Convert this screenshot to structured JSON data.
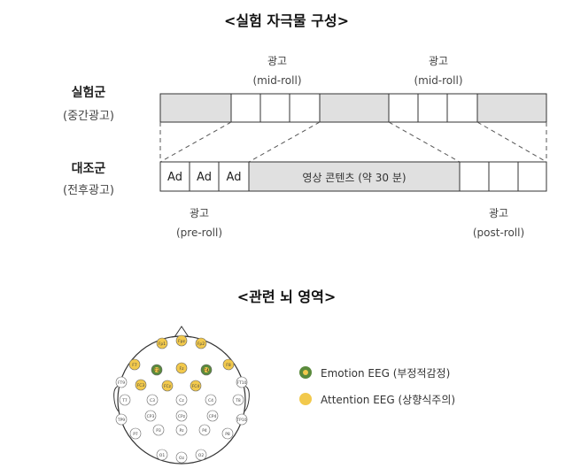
{
  "section1": {
    "title": "<실험 자극물 구성>",
    "experimental": {
      "name": "실험군",
      "sub": "(중간광고)"
    },
    "control": {
      "name": "대조군",
      "sub": "(전후광고)"
    },
    "midroll": {
      "label": "광고",
      "sub": "(mid-roll)"
    },
    "preroll": {
      "label": "광고",
      "sub": "(pre-roll)"
    },
    "postroll": {
      "label": "광고",
      "sub": "(post-roll)"
    },
    "ad_cell": "Ad",
    "content_label": "영상 콘텐츠 (약 30 분)"
  },
  "section2": {
    "title": "<관련 뇌 영역>",
    "legend": [
      {
        "label": "Emotion EEG (부정적감정)",
        "color": "#5a8a3c"
      },
      {
        "label": "Attention EEG (상향식주의)",
        "color": "#f2c94c"
      }
    ],
    "electrodes": [
      "Fp1",
      "Fpz",
      "Fp2",
      "F7",
      "F3",
      "Fz",
      "F4",
      "F8",
      "FC3",
      "FCz",
      "FC4",
      "FT9",
      "T7",
      "C3",
      "Cz",
      "C4",
      "T8",
      "FT10",
      "TP9",
      "CP3",
      "CPz",
      "CP4",
      "TP10",
      "P7",
      "P3",
      "Pz",
      "P4",
      "P8",
      "O1",
      "Oz",
      "O2"
    ]
  }
}
